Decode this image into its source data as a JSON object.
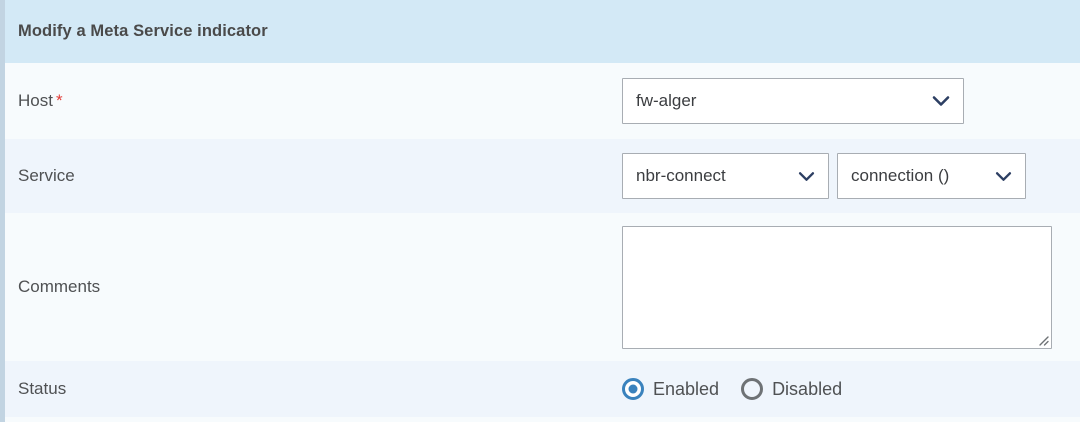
{
  "header": {
    "title": "Modify a Meta Service indicator",
    "background_color": "#d3e9f6"
  },
  "theme": {
    "panel_background": "#f7fbfd",
    "row_alt_background": "#eff5fc",
    "left_accent_color": "#c2d4e2",
    "label_color": "#4f5153",
    "required_star_color": "#e23b36",
    "chevron_color": "#2d3f63",
    "radio_checked_color": "#3a82bd",
    "radio_unchecked_color": "#6e7275",
    "field_border_color": "#a8adb3"
  },
  "rows": {
    "host": {
      "label": "Host",
      "required_marker": "*",
      "select": {
        "value": "fw-alger",
        "icon": "chevron-down-icon"
      }
    },
    "service": {
      "label": "Service",
      "service_select": {
        "value": "nbr-connect",
        "icon": "chevron-down-icon"
      },
      "metric_select": {
        "value": "connection ()",
        "icon": "chevron-down-icon"
      }
    },
    "comments": {
      "label": "Comments",
      "textarea": {
        "value": "",
        "placeholder": ""
      },
      "resize_handle_icon": "resize-grip-icon"
    },
    "status": {
      "label": "Status",
      "options": [
        {
          "label": "Enabled",
          "selected": true
        },
        {
          "label": "Disabled",
          "selected": false
        }
      ]
    }
  }
}
